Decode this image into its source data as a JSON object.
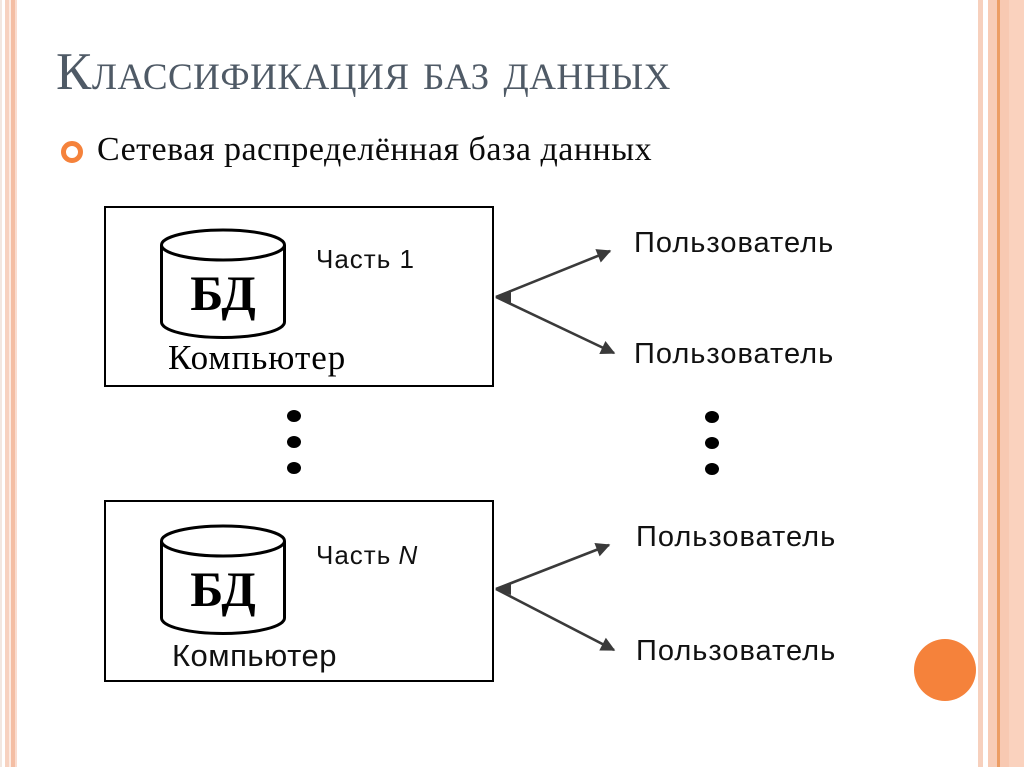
{
  "title": "Классификация баз данных",
  "bullet": {
    "text": "Сетевая распределённая база данных"
  },
  "diagram": {
    "top_unit": {
      "db": "БД",
      "part": "Часть 1",
      "computer": "Компьютер"
    },
    "bottom_unit": {
      "db": "БД",
      "part_prefix": "Часть",
      "part_var": "N",
      "computer": "Компьютер"
    },
    "users": [
      "Пользователь",
      "Пользователь",
      "Пользователь",
      "Пользователь"
    ]
  },
  "colors": {
    "accent_orange": "#F5823B",
    "bullet_ring": "#E87C2E",
    "title_text": "#4F5A66",
    "arrow": "#3A3A3A",
    "stripe_peach": "#F8CCB6",
    "stripe_salmon": "#F4BEA4"
  }
}
